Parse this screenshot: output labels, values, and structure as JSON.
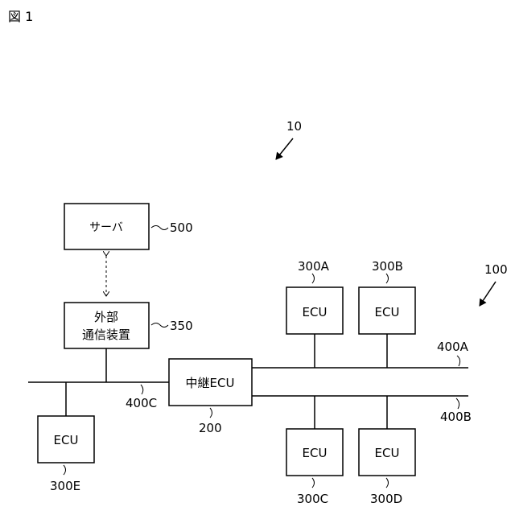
{
  "figure_label": "図 1",
  "refs": {
    "system": "10",
    "network": "100",
    "server_ref": "500",
    "external_ref": "350",
    "relay_ref": "200",
    "bus_a": "400A",
    "bus_b": "400B",
    "bus_c": "400C",
    "ecu_a": "300A",
    "ecu_b": "300B",
    "ecu_c": "300C",
    "ecu_d": "300D",
    "ecu_e": "300E"
  },
  "boxes": {
    "server": "サーバ",
    "external_line1": "外部",
    "external_line2": "通信装置",
    "relay": "中継ECU",
    "ecu": "ECU"
  }
}
